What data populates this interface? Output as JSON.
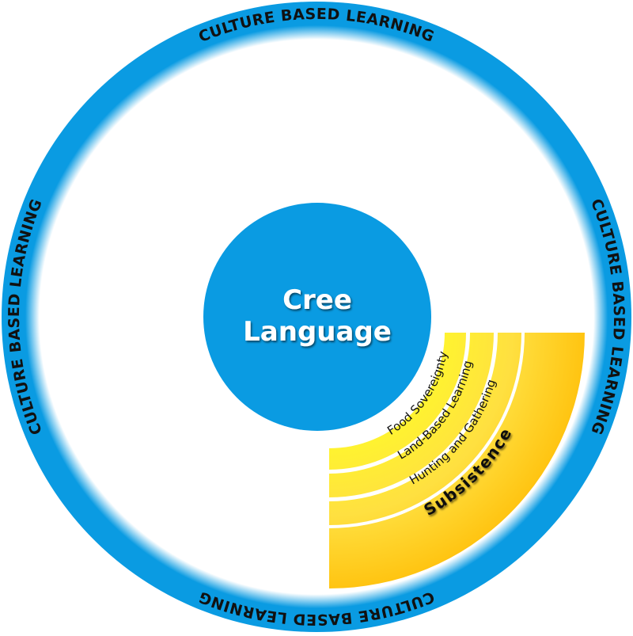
{
  "ring": {
    "labels": [
      "CULTURE BASED LEARNING",
      "CULTURE BASED LEARNING",
      "CULTURE BASED LEARNING",
      "CULTURE BASED LEARNING"
    ],
    "color": "#0a9be2"
  },
  "center": {
    "line1": "Cree",
    "line2": "Language",
    "color": "#0a9be2"
  },
  "bands": [
    {
      "label": "Food Sovereignty"
    },
    {
      "label": "Land-Based Learning"
    },
    {
      "label": "Hunting and Gathering"
    },
    {
      "label": "Subsistence"
    }
  ],
  "colors": {
    "yellow": "#fff330",
    "gold": "#ffc20e"
  }
}
